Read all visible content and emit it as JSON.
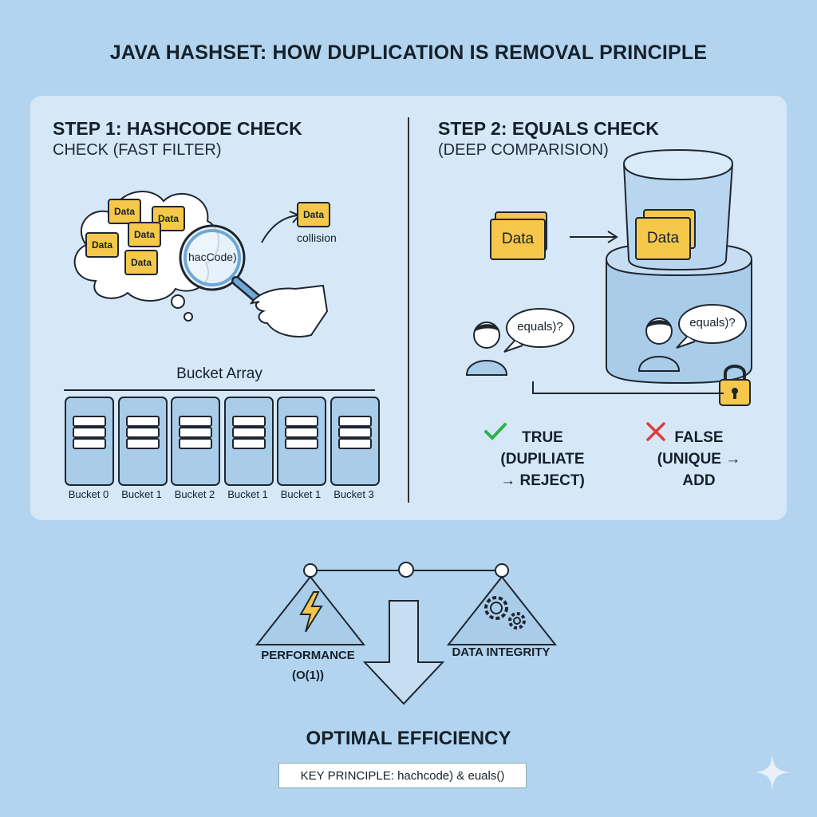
{
  "title": "JAVA HASHSET: HOW DUPLICATION IS REMOVAL PRINCIPLE",
  "step1": {
    "title": "STEP 1: HASHCODE CHECK",
    "subtitle": "CHECK (FAST FILTER)",
    "data_label": "Data",
    "magnifier_label": "hacCode)",
    "collision_label": "collision",
    "bucket_array_title": "Bucket Array",
    "buckets": [
      "Bucket 0",
      "Bucket 1",
      "Bucket 2",
      "Bucket 1",
      "Bucket 1",
      "Bucket 3"
    ]
  },
  "step2": {
    "title": "STEP 2: EQUALS CHECK",
    "subtitle": "(DEEP COMPARISION)",
    "data_label": "Data",
    "equals_bubble": "equals)?",
    "true_result": [
      "TRUE",
      "(DUPILIATE",
      "→ REJECT)"
    ],
    "false_result": [
      "FALSE",
      "(UNIQUE →",
      "ADD"
    ]
  },
  "balance": {
    "left_label": [
      "PERFORMANCE",
      "(O(1))"
    ],
    "right_label": "DATA INTEGRITY"
  },
  "optimal": "OPTIMAL EFFICIENCY",
  "key_principle": "KEY PRINCIPLE: hachcode) & euals()",
  "colors": {
    "background": "#b3d4ee",
    "panel": "#d6e8f7",
    "data_tag": "#f5c84c",
    "container": "#a9cce9",
    "check": "#2fb14a",
    "cross": "#e03a3a",
    "lock": "#f5c84c"
  },
  "icons": [
    "thought-cloud-icon",
    "magnifier-icon",
    "hand-icon",
    "cylinder-container-icon",
    "person-icon",
    "speech-bubble-icon",
    "lock-icon",
    "check-icon",
    "cross-icon",
    "lightning-icon",
    "gears-icon",
    "down-arrow-icon",
    "sparkle-icon"
  ]
}
